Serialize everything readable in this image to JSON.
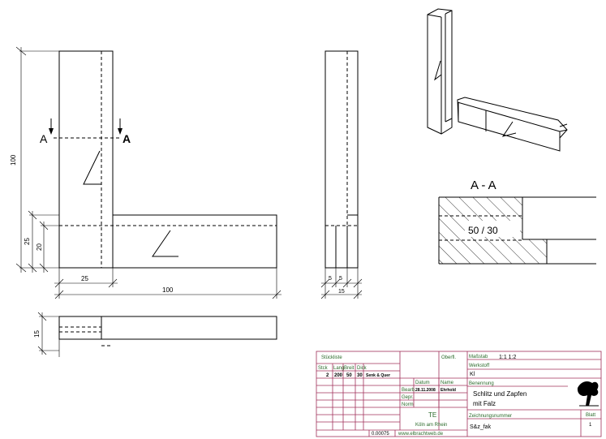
{
  "front_view": {
    "section_left": "A",
    "section_right": "A",
    "dim_height": "100",
    "dim_25": "25",
    "dim_20": "20",
    "dim_width_25": "25",
    "dim_width_100": "100"
  },
  "side_view": {
    "dim_5a": "5",
    "dim_5b": "5",
    "dim_15": "15"
  },
  "top_view": {
    "dim_15": "15"
  },
  "section": {
    "title": "A - A",
    "label": "50 / 30"
  },
  "title_block": {
    "stueckliste": "Stückliste",
    "col_stck": "Stck",
    "col_lang": "Lang",
    "col_breit": "Breit",
    "col_dick": "Dick",
    "row_stck": "2",
    "row_lang": "200",
    "row_breit": "50",
    "row_dick": "30",
    "row_note": "Senk & Quer",
    "oberfl": "Oberfl.",
    "massstab_label": "Maßstab",
    "massstab_value": "1:1 1:2",
    "werkstoff_label": "Werkstoff",
    "werkstoff_value": "Kl",
    "datum": "Datum",
    "name": "Name",
    "bearb": "Bearb.",
    "bearb_datum": "28.11.2008",
    "bearb_name": "Ehrhold",
    "gepr": "Gepr.",
    "norm": "Norm",
    "benennung_label": "Benennung",
    "benennung_1": "Schlitz und Zapfen",
    "benennung_2": "mit Falz",
    "te": "TE",
    "city": "Köln am Rhein",
    "zeichnungsnummer_label": "Zeichnungsnummer",
    "zeichnungsnummer": "S&z_fak",
    "blatt_label": "Blatt",
    "blatt_value": "1",
    "edition": "0.00075",
    "website": "www.elbrachtweb.de"
  }
}
